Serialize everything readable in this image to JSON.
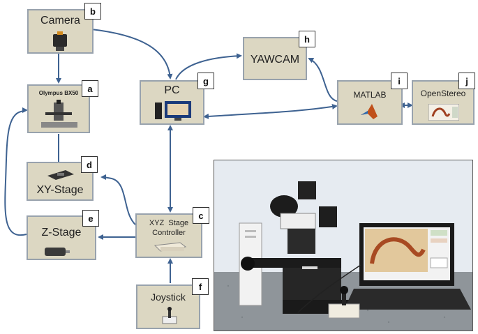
{
  "nodes": {
    "camera": {
      "label": "Camera",
      "tag": "b"
    },
    "olympus": {
      "label": "Olympus BX50",
      "tag": "a"
    },
    "xy_stage": {
      "label": "XY-Stage",
      "tag": "d"
    },
    "z_stage": {
      "label": "Z-Stage",
      "tag": "e"
    },
    "pc": {
      "label": "PC",
      "tag": "g"
    },
    "yawcam": {
      "label": "YAWCAM",
      "tag": "h"
    },
    "matlab": {
      "label": "MATLAB",
      "tag": "i"
    },
    "openstereo": {
      "label": "OpenStereo",
      "tag": "j"
    },
    "xyz_controller": {
      "label_line1": "XYZ  Stage",
      "label_line2": "Controller",
      "tag": "c"
    },
    "joystick": {
      "label": "Joystick",
      "tag": "f"
    }
  },
  "colors": {
    "box_fill": "#dcd7c2",
    "box_border": "#98a2ad",
    "arrow": "#3e6291"
  }
}
